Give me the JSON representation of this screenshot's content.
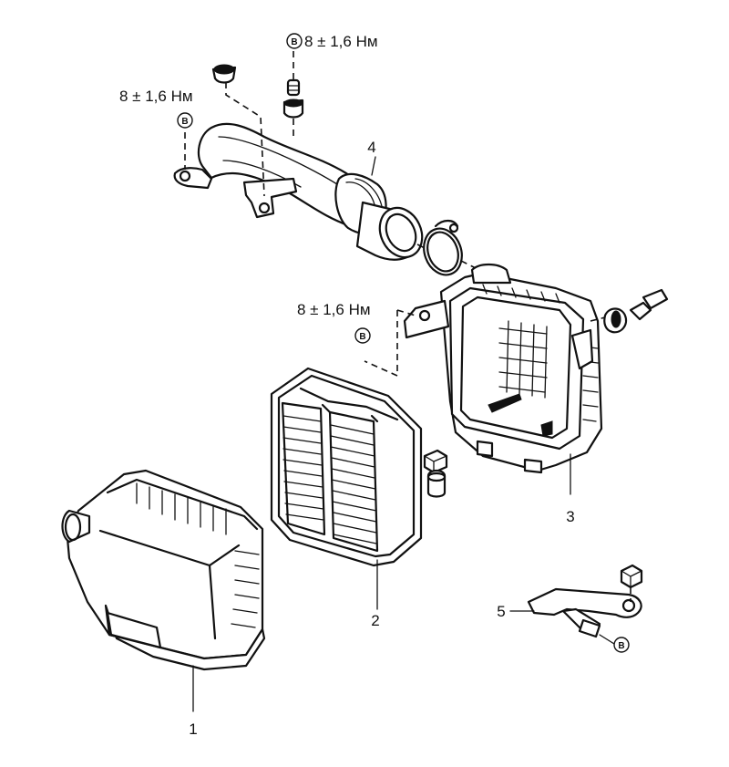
{
  "torque_labels": [
    {
      "id": "top",
      "text": "8 ± 1,6 Нм"
    },
    {
      "id": "left",
      "text": "8 ± 1,6 Нм"
    },
    {
      "id": "middle",
      "text": "8 ± 1,6 Нм"
    }
  ],
  "circle_marker": "B",
  "parts": [
    {
      "number": "1"
    },
    {
      "number": "2"
    },
    {
      "number": "3"
    },
    {
      "number": "4"
    },
    {
      "number": "5"
    }
  ]
}
